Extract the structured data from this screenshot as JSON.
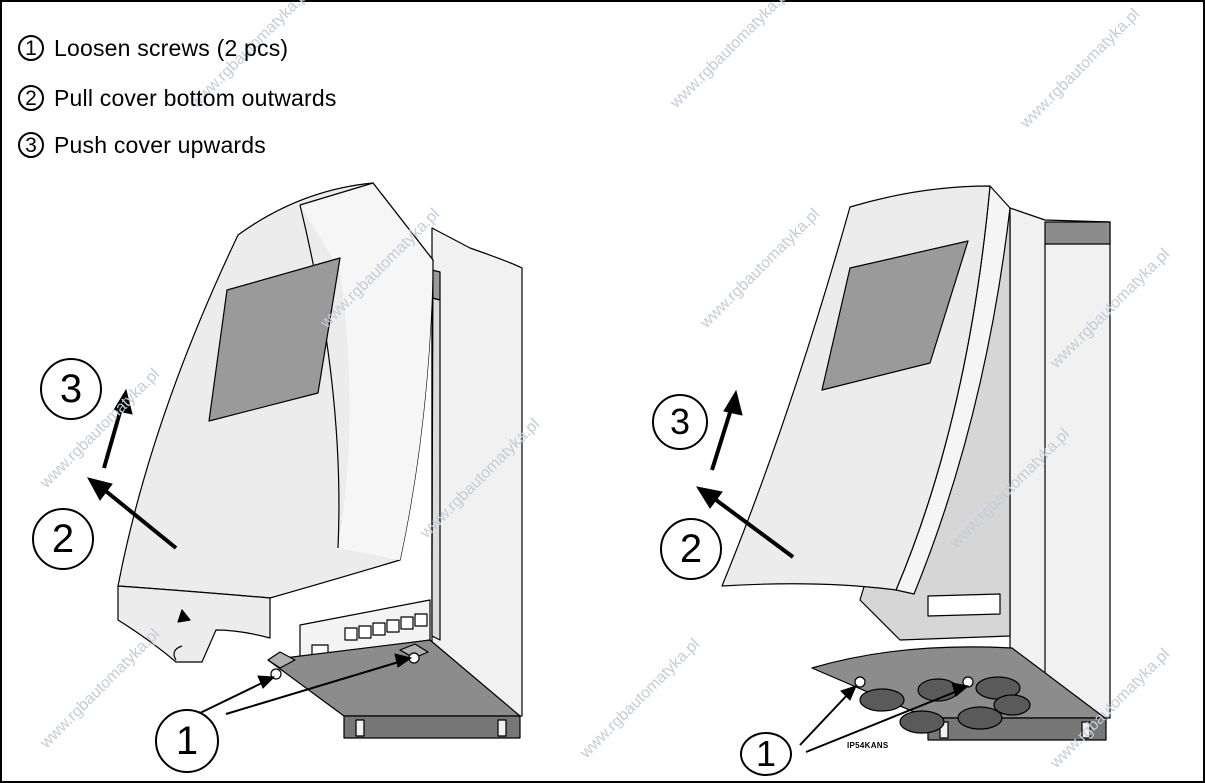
{
  "instructions": [
    {
      "number": "1",
      "text": "Loosen screws (2 pcs)"
    },
    {
      "number": "2",
      "text": "Pull cover bottom outwards"
    },
    {
      "number": "3",
      "text": "Push cover upwards"
    }
  ],
  "left_figure": {
    "callouts": {
      "push_up": "3",
      "pull_out": "2",
      "screws": "1"
    }
  },
  "right_figure": {
    "callouts": {
      "push_up": "3",
      "pull_out": "2",
      "screws": "1"
    },
    "code": "IP54KANS"
  },
  "watermark": "www.rgbautomatyka.pl",
  "colors": {
    "cover": "#ececec",
    "cover_side": "#f2f2f2",
    "window": "#9a9a9a",
    "plate": "#8c8c8c",
    "plate_dark": "#666666",
    "hole": "#5a5a5a",
    "outline": "#000000"
  }
}
